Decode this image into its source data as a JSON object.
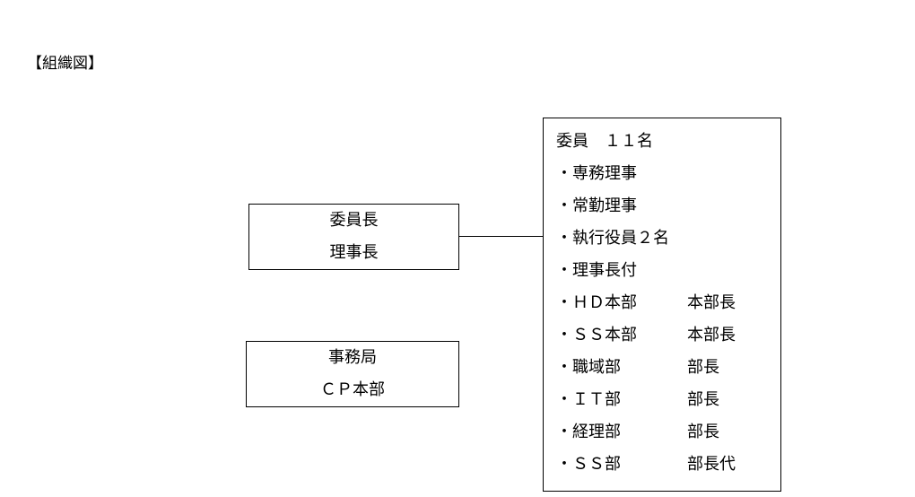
{
  "heading": "【組織図】",
  "chair": {
    "line1": "委員長",
    "line2": "理事長"
  },
  "secretariat": {
    "line1": "事務局",
    "line2": "ＣＰ本部"
  },
  "members": {
    "title": "委員　１１名",
    "rows": [
      {
        "name": "・専務理事",
        "role": ""
      },
      {
        "name": "・常勤理事",
        "role": ""
      },
      {
        "name": "・執行役員２名",
        "role": ""
      },
      {
        "name": "・理事長付",
        "role": ""
      },
      {
        "name": "・ＨＤ本部",
        "role": "本部長"
      },
      {
        "name": "・ＳＳ本部",
        "role": "本部長"
      },
      {
        "name": "・職域部",
        "role": "部長"
      },
      {
        "name": "・ＩＴ部",
        "role": "部長"
      },
      {
        "name": "・経理部",
        "role": "部長"
      },
      {
        "name": "・ＳＳ部",
        "role": "部長代"
      }
    ]
  }
}
